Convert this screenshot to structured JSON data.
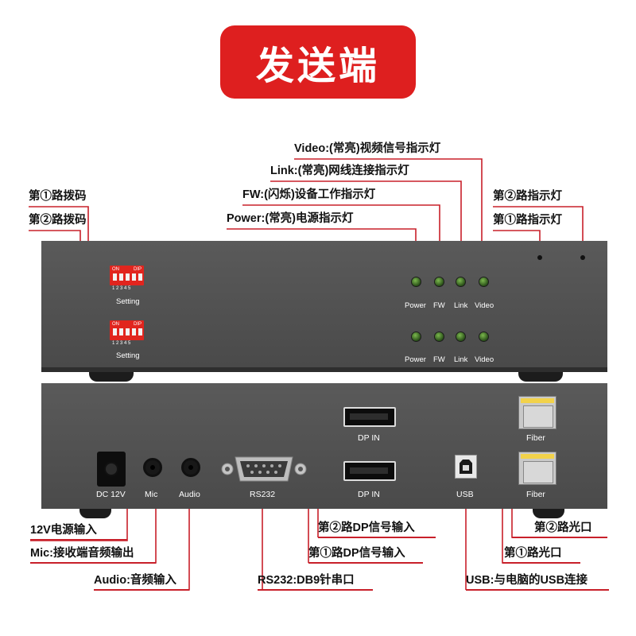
{
  "banner": {
    "title": "发送端"
  },
  "front_panel": {
    "dip1": {
      "on": "ON",
      "dip": "DIP",
      "nums": "1 2 3 4 5",
      "setting": "Setting"
    },
    "dip2": {
      "on": "ON",
      "dip": "DIP",
      "nums": "1 2 3 4 5",
      "setting": "Setting"
    },
    "leds": [
      "Power",
      "FW",
      "Link",
      "Video"
    ]
  },
  "rear_panel": {
    "dc": "DC 12V",
    "mic": "Mic",
    "audio": "Audio",
    "rs232": "RS232",
    "dp1": "DP IN",
    "dp2": "DP IN",
    "usb": "USB",
    "fiber1": "Fiber",
    "fiber2": "Fiber"
  },
  "callouts": {
    "video": "Video:(常亮)视频信号指示灯",
    "link": "Link:(常亮)网线连接指示灯",
    "fw": "FW:(闪烁)设备工作指示灯",
    "power": "Power:(常亮)电源指示灯",
    "dip1": "第①路拨码",
    "dip2": "第②路拨码",
    "ch2_led": "第②路指示灯",
    "ch1_led": "第①路指示灯",
    "power_in": "12V电源输入",
    "mic": "Mic:接收端音频输出",
    "audio": "Audio:音频输入",
    "rs232": "RS232:DB9针串口",
    "dp2": "第②路DP信号输入",
    "dp1": "第①路DP信号输入",
    "usb": "USB:与电脑的USB连接",
    "fiber2": "第②路光口",
    "fiber1": "第①路光口"
  },
  "colors": {
    "accent": "#de1f1f",
    "panel": "#525252",
    "leader": "#c8202a"
  }
}
